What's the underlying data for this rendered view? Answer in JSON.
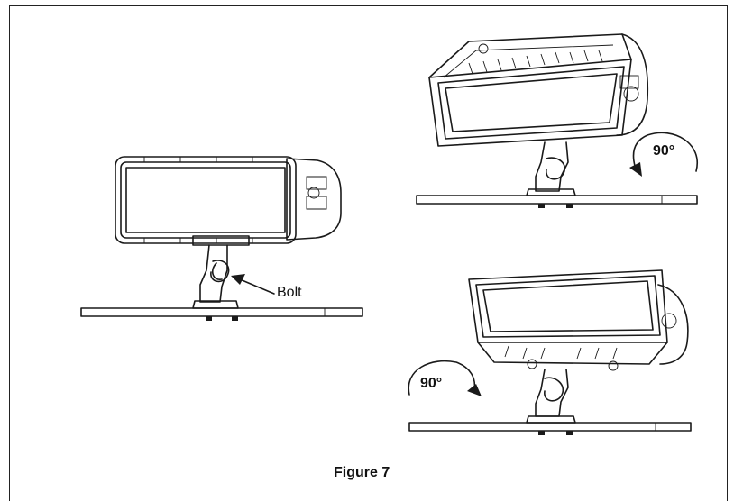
{
  "labels": {
    "bolt": "Bolt",
    "rotation_top": "90°",
    "rotation_bottom": "90°",
    "caption": "Figure 7"
  }
}
